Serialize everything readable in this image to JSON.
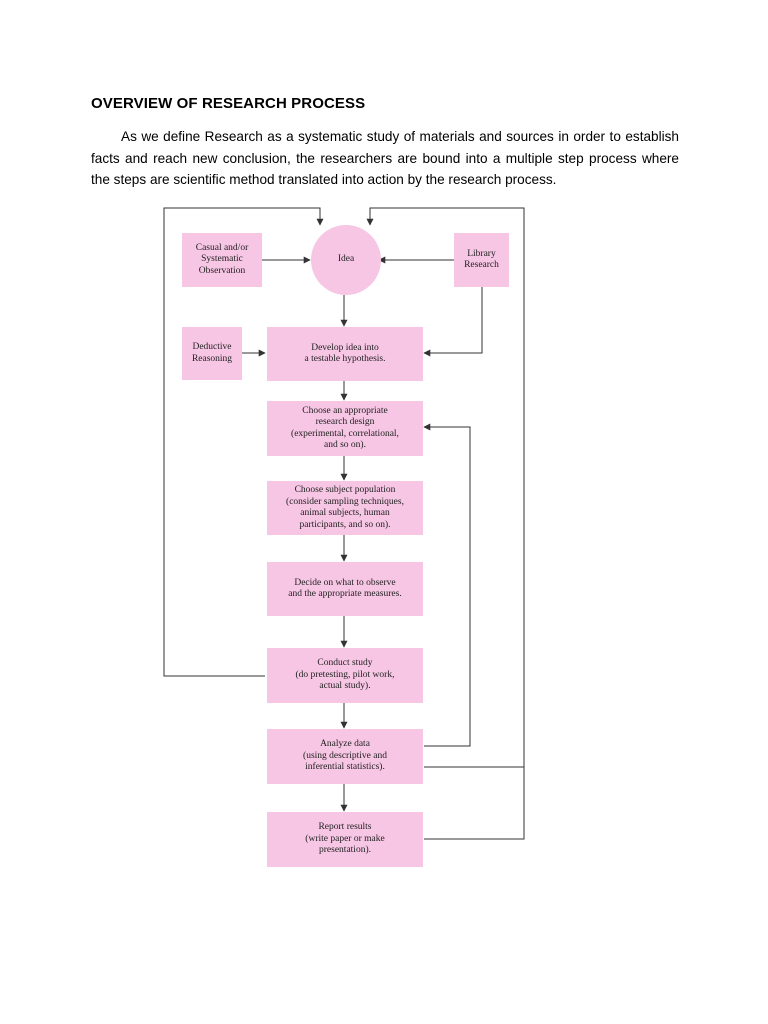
{
  "document": {
    "title": "OVERVIEW OF RESEARCH PROCESS",
    "intro": "As we define Research as a systematic study of materials and sources in order to establish facts and reach new conclusion, the researchers are bound into a multiple step process where the steps are scientific method translated into action by the research process."
  },
  "flowchart": {
    "observation": "Casual and/or\nSystematic\nObservation",
    "idea": "Idea",
    "library": "Library\nResearch",
    "deductive": "Deductive\nReasoning",
    "hypothesis": "Develop idea into\na testable hypothesis.",
    "design": "Choose an appropriate\nresearch design\n(experimental, correlational,\nand so on).",
    "population": "Choose subject population\n(consider sampling techniques,\nanimal subjects, human\nparticipants, and so on).",
    "measures": "Decide on what to observe\nand the appropriate measures.",
    "conduct": "Conduct study\n(do pretesting, pilot work,\nactual study).",
    "analyze": "Analyze data\n(using descriptive and\ninferential statistics).",
    "report": "Report results\n(write paper or make\npresentation)."
  },
  "colors": {
    "box_fill": "#f7c6e4",
    "line": "#333333"
  }
}
